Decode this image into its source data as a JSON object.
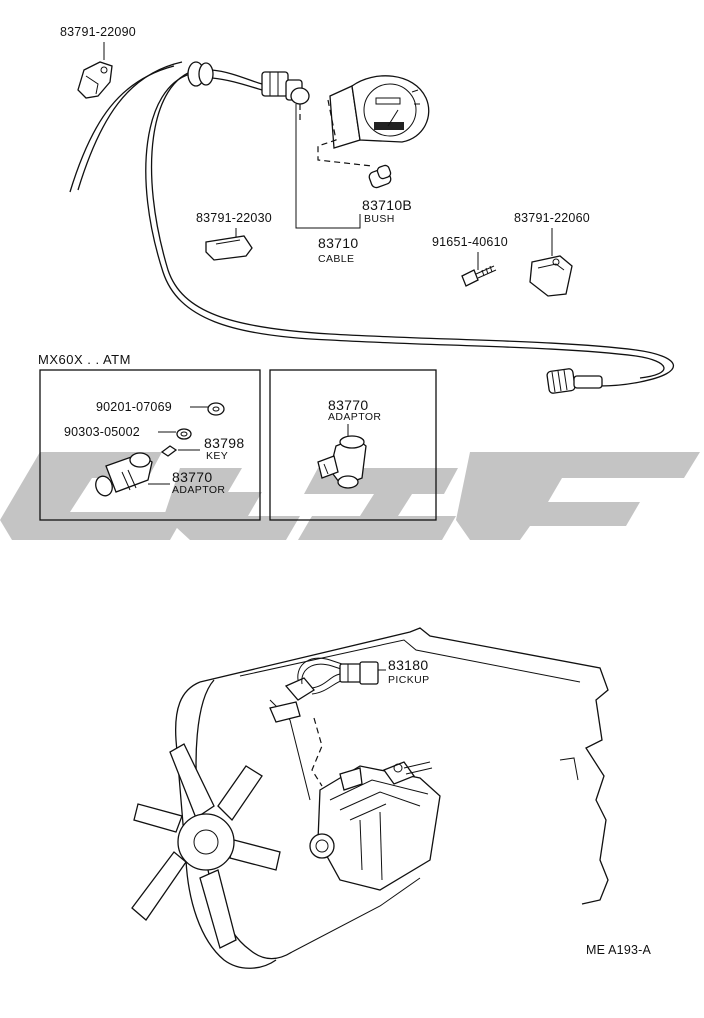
{
  "parts": {
    "clip_top_left": "83791-22090",
    "clip_mid": "83791-22030",
    "bush_number": "83710B",
    "bush_label": "BUSH",
    "cable_number": "83710",
    "cable_label": "CABLE",
    "bolt": "91651-40610",
    "clip_right": "83791-22060"
  },
  "inset": {
    "title": "MX60X . . ATM",
    "left_box": {
      "washer": "90201-07069",
      "oring": "90303-05002",
      "key_number": "83798",
      "key_label": "KEY",
      "adaptor_number": "83770",
      "adaptor_label": "ADAPTOR"
    },
    "right_box": {
      "adaptor_number": "83770",
      "adaptor_label": "ADAPTOR"
    }
  },
  "engine": {
    "pickup_number": "83180",
    "pickup_label": "PICKUP"
  },
  "diagram_code": "ME A193-A",
  "colors": {
    "ink": "#111111",
    "watermark": "#c4c4c4",
    "background": "#ffffff"
  }
}
